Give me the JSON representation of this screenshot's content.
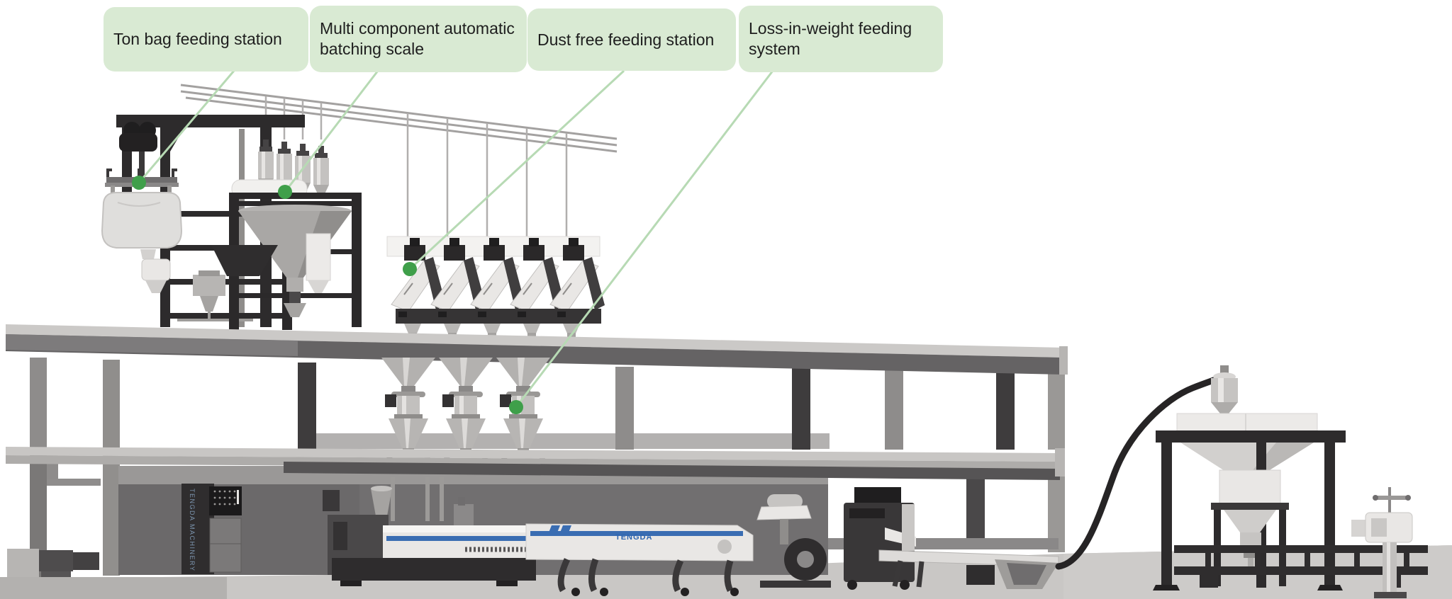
{
  "callouts": [
    {
      "text": "Ton bag feeding station"
    },
    {
      "text": "Multi component automatic batching scale"
    },
    {
      "text": "Dust free feeding station"
    },
    {
      "text": "Loss-in-weight feeding system"
    }
  ],
  "machine_markings": {
    "extruder_brand": "TENGDA",
    "cabinet_text": "TENGDA MACHINERY"
  },
  "colors": {
    "callout_bg": "#d9ead3",
    "callout_text": "#1e1e1e",
    "leader_line": "#b7dab4",
    "marker_dot": "#3f9f4a",
    "accent_blue": "#3a6db2",
    "steel_black": "#2d2b2c",
    "concrete_light": "#cbc9c7",
    "concrete_dark": "#5e5c5d"
  }
}
